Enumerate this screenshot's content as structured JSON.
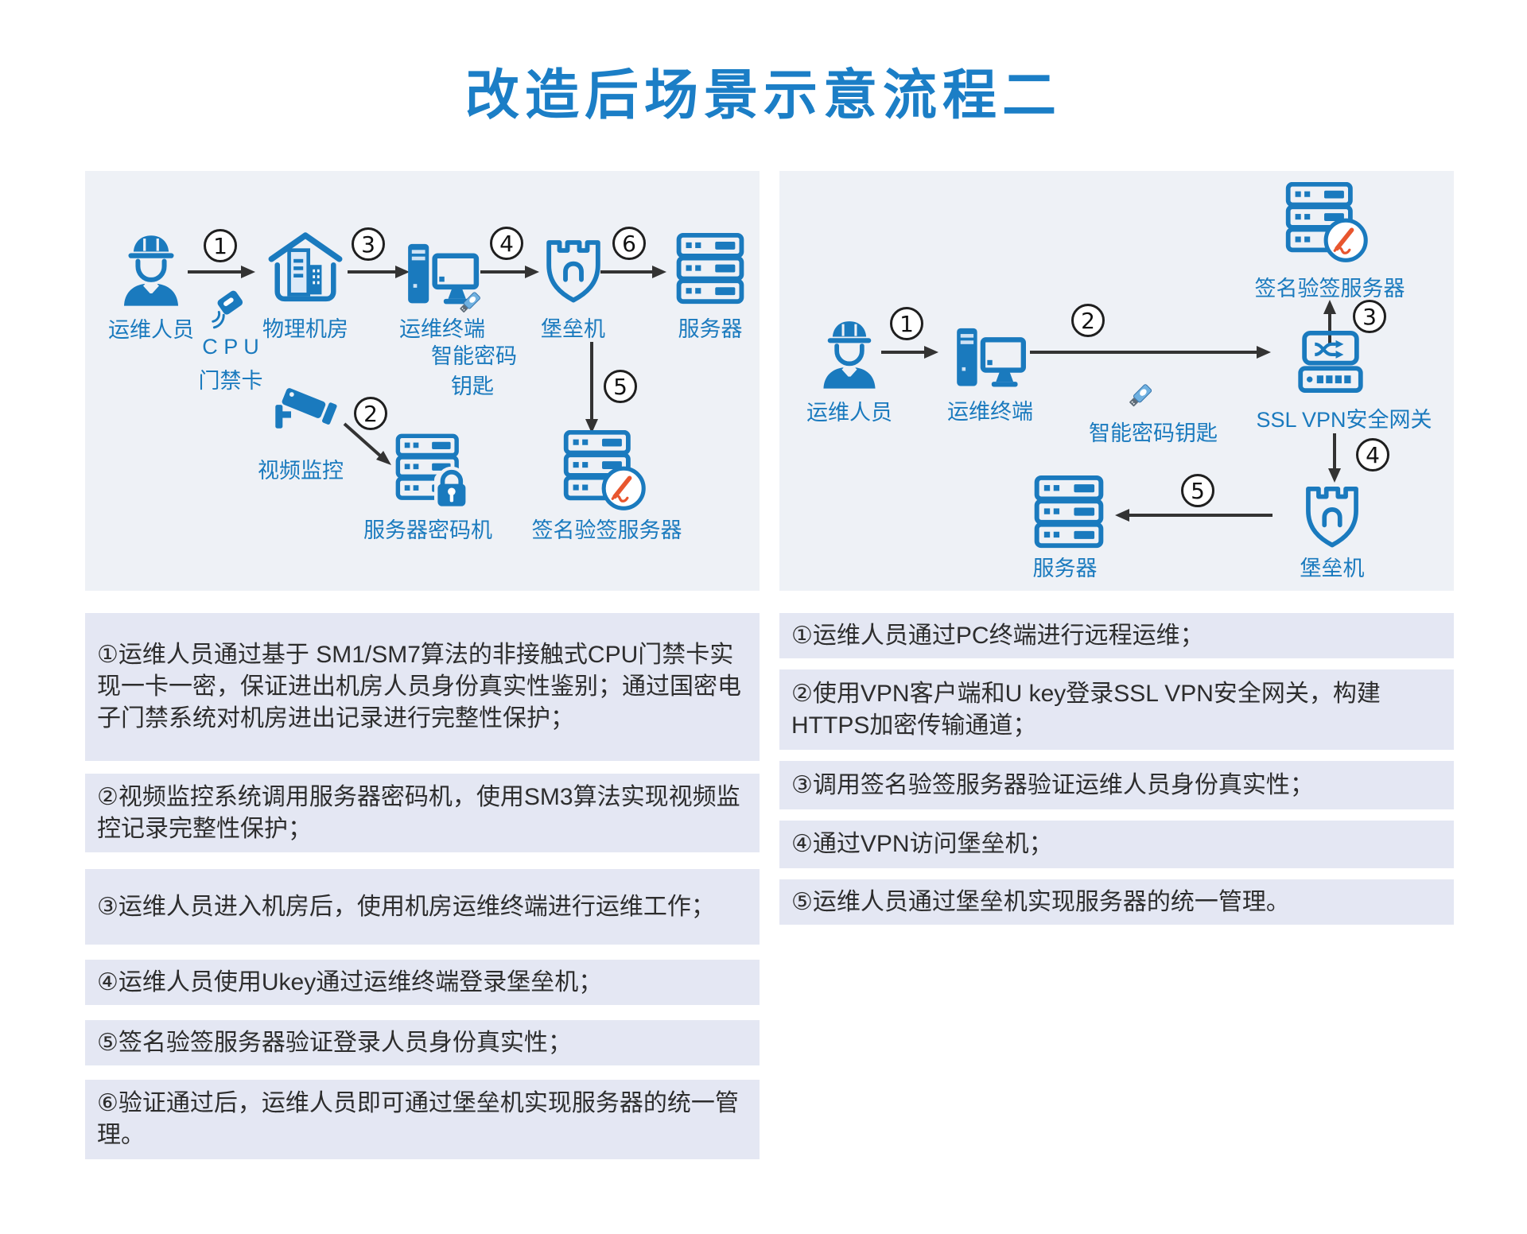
{
  "title": "改造后场景示意流程二",
  "colors": {
    "title_blue": "#1b7ec6",
    "icon_blue": "#1a7abe",
    "accent_orange": "#e8562e"
  },
  "diagram_left": {
    "nodes": {
      "worker": "运维人员",
      "access_card_l1": "C P U",
      "access_card_l2": "门禁卡",
      "building": "物理机房",
      "terminal": "运维终端",
      "usb_l1": "智能密码",
      "usb_l2": "钥匙",
      "bastion": "堡垒机",
      "server": "服务器",
      "camera": "视频监控",
      "hsm": "服务器密码机",
      "sign_server": "签名验签服务器"
    },
    "steps": [
      "1",
      "2",
      "3",
      "4",
      "5",
      "6"
    ]
  },
  "diagram_right": {
    "nodes": {
      "worker": "运维人员",
      "terminal": "运维终端",
      "usb": "智能密码钥匙",
      "gateway": "SSL VPN安全网关",
      "sign_server": "签名验签服务器",
      "bastion": "堡垒机",
      "server": "服务器"
    },
    "steps": [
      "1",
      "2",
      "3",
      "4",
      "5"
    ]
  },
  "notes_left": [
    "①运维人员通过基于 SM1/SM7算法的非接触式CPU门禁卡实现一卡一密，保证进出机房人员身份真实性鉴别；通过国密电子门禁系统对机房进出记录进行完整性保护；",
    "②视频监控系统调用服务器密码机，使用SM3算法实现视频监控记录完整性保护；",
    "③运维人员进入机房后，使用机房运维终端进行运维工作；",
    "④运维人员使用Ukey通过运维终端登录堡垒机；",
    "⑤签名验签服务器验证登录人员身份真实性；",
    "⑥验证通过后，运维人员即可通过堡垒机实现服务器的统一管理。"
  ],
  "notes_right": [
    "①运维人员通过PC终端进行远程运维；",
    "②使用VPN客户端和U key登录SSL VPN安全网关，构建HTTPS加密传输通道；",
    "③调用签名验签服务器验证运维人员身份真实性；",
    "④通过VPN访问堡垒机；",
    "⑤运维人员通过堡垒机实现服务器的统一管理。"
  ]
}
